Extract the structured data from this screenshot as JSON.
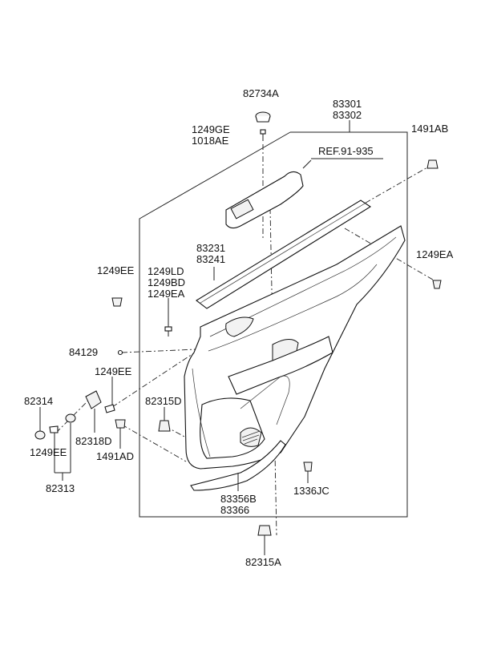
{
  "labels": {
    "p82734A": "82734A",
    "p83301": "83301",
    "p83302": "83302",
    "p1249GE": "1249GE",
    "p1018AE": "1018AE",
    "p1491AB": "1491AB",
    "ref": "REF.91-935",
    "p83231": "83231",
    "p83241": "83241",
    "p1249EE_a": "1249EE",
    "p1249LD": "1249LD",
    "p1249BD": "1249BD",
    "p1249EA_a": "1249EA",
    "p1249EA_b": "1249EA",
    "p84129": "84129",
    "p1249EE_b": "1249EE",
    "p82314": "82314",
    "p82315D": "82315D",
    "p82318D": "82318D",
    "p1249EE_c": "1249EE",
    "p1491AD": "1491AD",
    "p82313": "82313",
    "p83356B": "83356B",
    "p83366": "83366",
    "p1336JC": "1336JC",
    "p82315A": "82315A"
  }
}
